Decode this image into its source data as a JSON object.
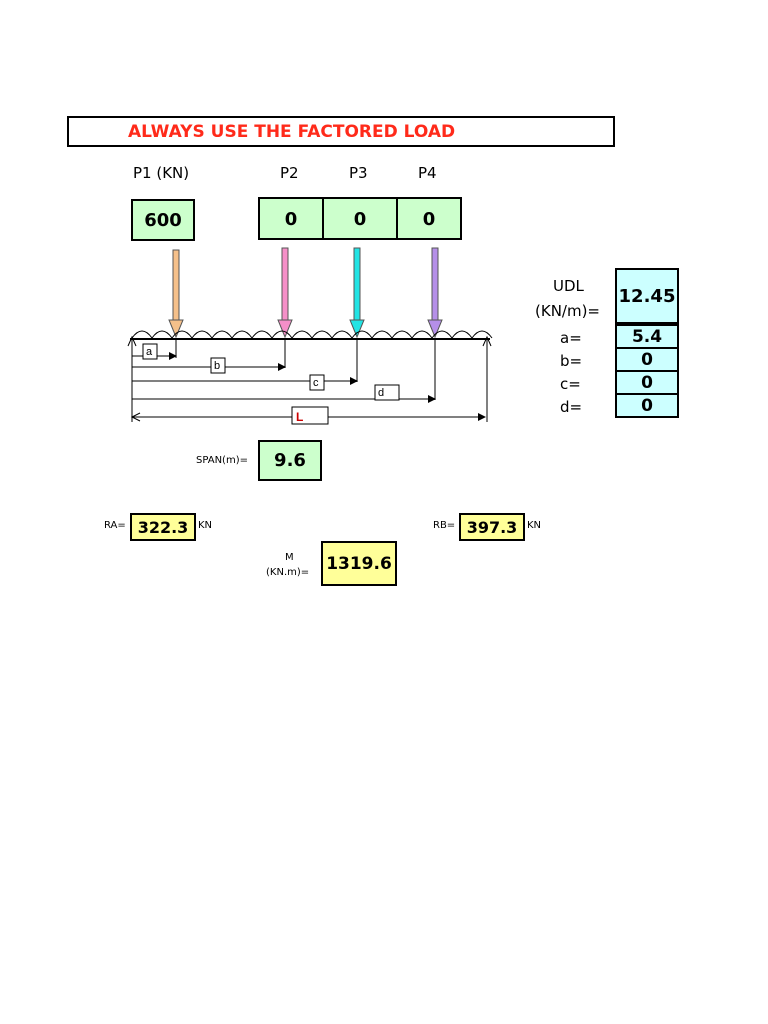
{
  "banner": {
    "text": "ALWAYS USE THE FACTORED LOAD"
  },
  "loads": {
    "p1_label": "P1 (KN)",
    "p2_label": "P2",
    "p3_label": "P3",
    "p4_label": "P4",
    "p1_value": "600",
    "p2_value": "0",
    "p3_value": "0",
    "p4_value": "0"
  },
  "udl": {
    "label_line1": "UDL",
    "label_line2": "(KN/m)=",
    "value": "12.45"
  },
  "distances": {
    "a_label": "a=",
    "a_value": "5.4",
    "b_label": "b=",
    "b_value": "0",
    "c_label": "c=",
    "c_value": "0",
    "d_label": "d=",
    "d_value": "0"
  },
  "diagram": {
    "tag_a": "a",
    "tag_b": "b",
    "tag_c": "c",
    "tag_d": "d",
    "tag_L": "L"
  },
  "span": {
    "label": "SPAN(m)=",
    "value": "9.6"
  },
  "reactions": {
    "ra_label": "RA=",
    "ra_value": "322.3",
    "ra_unit": "KN",
    "rb_label": "RB=",
    "rb_value": "397.3",
    "rb_unit": "KN"
  },
  "moment": {
    "label_line1": "M",
    "label_line2": "(KN.m)=",
    "value": "1319.6"
  },
  "colors": {
    "banner_text": "#ff2a1a",
    "input_green": "#ccffcc",
    "input_blue": "#ccffff",
    "output_yellow": "#ffff99",
    "arrow_p1": "#f5c08a",
    "arrow_p2": "#f58fc8",
    "arrow_p3": "#22e4e4",
    "arrow_p4": "#b58fe8",
    "label_L": "#cc0000"
  }
}
